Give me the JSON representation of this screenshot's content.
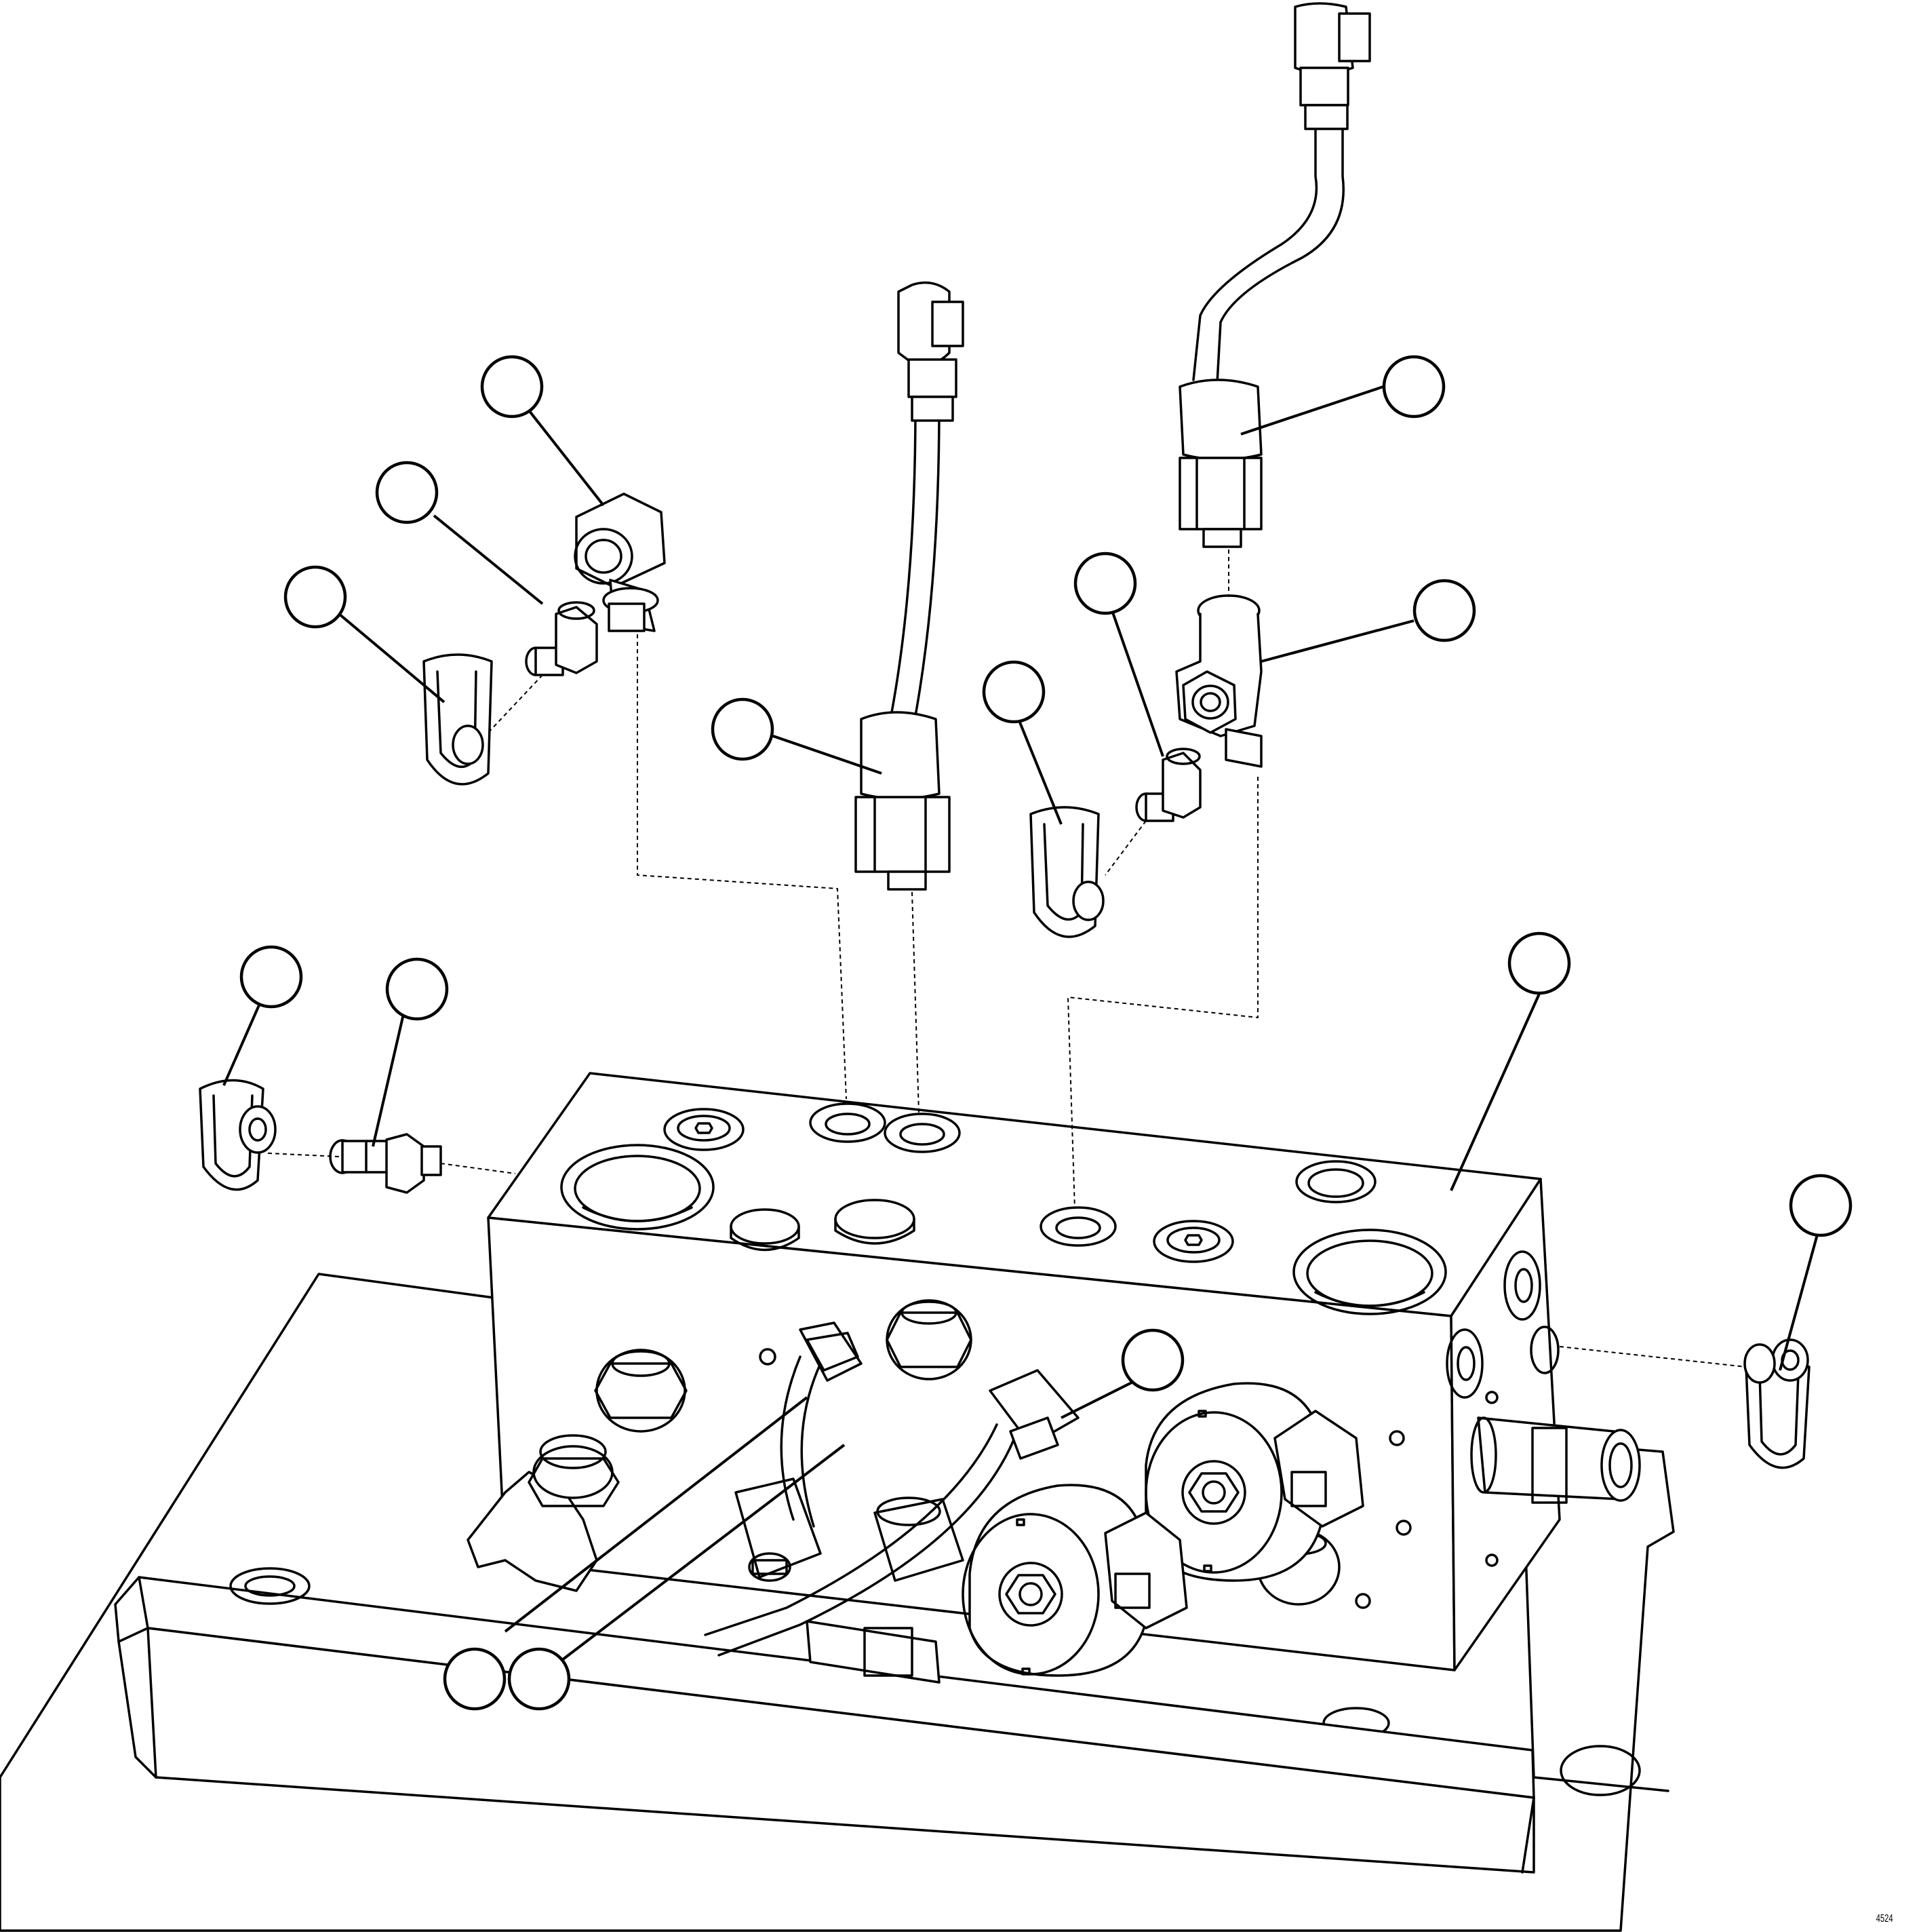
{
  "figure": {
    "ref_code": "4524",
    "callouts": [
      {
        "id": "c-elbow-swivel",
        "label": ""
      },
      {
        "id": "c-adapter-left",
        "label": ""
      },
      {
        "id": "c-cap-left",
        "label": ""
      },
      {
        "id": "c-sensor-center",
        "label": ""
      },
      {
        "id": "c-sensor-right",
        "label": ""
      },
      {
        "id": "c-tee",
        "label": ""
      },
      {
        "id": "c-adapter-right",
        "label": ""
      },
      {
        "id": "c-cap-right-upper",
        "label": ""
      },
      {
        "id": "c-cap-side-left",
        "label": ""
      },
      {
        "id": "c-plug-side-left",
        "label": ""
      },
      {
        "id": "c-manifold",
        "label": ""
      },
      {
        "id": "c-cap-side-right",
        "label": ""
      },
      {
        "id": "c-hose-fitting",
        "label": ""
      },
      {
        "id": "c-hose-a",
        "label": ""
      },
      {
        "id": "c-hose-b",
        "label": ""
      }
    ]
  }
}
